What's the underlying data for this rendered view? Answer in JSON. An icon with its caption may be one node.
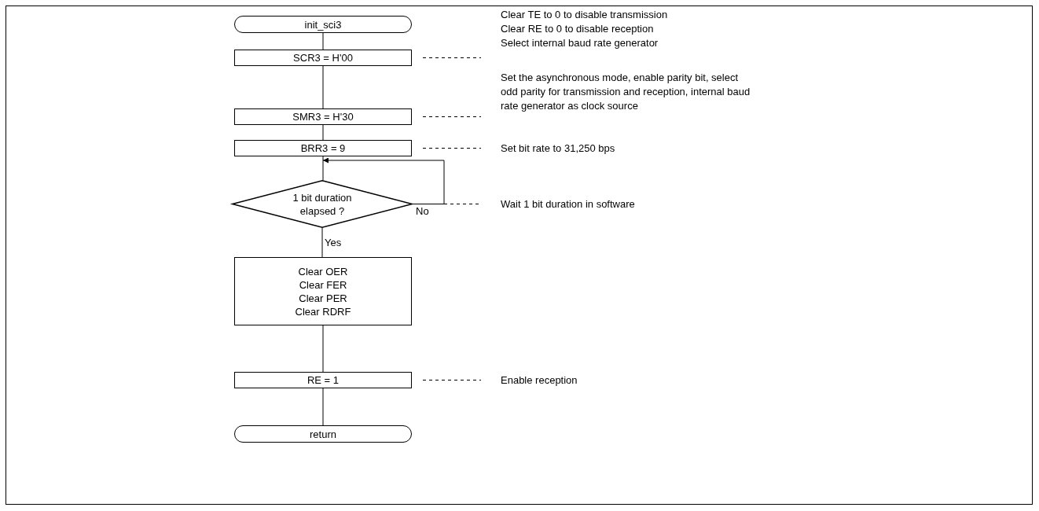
{
  "diagram": {
    "nodes": [
      {
        "text": [
          "init_sci3"
        ]
      },
      {
        "text": [
          "SCR3 = H'00"
        ]
      },
      {
        "text": [
          "Clear TE to 0 to disable transmission",
          "Clear RE to 0 to disable reception",
          "Select internal baud rate generator"
        ]
      },
      {
        "text": [
          "SMR3 = H'30"
        ]
      },
      {
        "text": [
          "Set the asynchronous mode, enable parity bit, select odd parity for transmission and reception, internal baud rate generator as clock source"
        ]
      },
      {
        "text": [
          "BRR3 = 9"
        ]
      },
      {
        "text": [
          "Set bit rate to 31,250 bps"
        ]
      },
      {
        "text": [
          "1 bit duration elapsed ?"
        ]
      },
      {
        "text": [
          "Wait 1 bit duration in software"
        ]
      },
      {
        "text": [
          "Clear OER",
          "Clear FER",
          "Clear PER",
          "Clear RDRF"
        ]
      },
      {
        "text": [
          "RE = 1"
        ]
      },
      {
        "text": [
          "Enable reception"
        ]
      },
      {
        "text": [
          "return"
        ]
      }
    ],
    "edges": [
      {
        "from": 0,
        "to": 1,
        "arrow": "none"
      },
      {
        "from": 1,
        "to": 3,
        "arrow": "none"
      },
      {
        "from": 3,
        "to": 5,
        "arrow": "none"
      },
      {
        "from": 5,
        "to": 7,
        "arrow": "none"
      },
      {
        "from": 7,
        "to": 7,
        "arrow": "to",
        "label": "No"
      },
      {
        "from": 7,
        "to": 9,
        "arrow": "none",
        "label": "Yes"
      },
      {
        "from": 9,
        "to": 10,
        "arrow": "none"
      },
      {
        "from": 10,
        "to": 12,
        "arrow": "none"
      },
      {
        "from": 1,
        "to": 2,
        "arrow": "none",
        "style": "dashed"
      },
      {
        "from": 3,
        "to": 4,
        "arrow": "none",
        "style": "dashed"
      },
      {
        "from": 5,
        "to": 6,
        "arrow": "none",
        "style": "dashed"
      },
      {
        "from": 7,
        "to": 8,
        "arrow": "none",
        "style": "dashed"
      },
      {
        "from": 10,
        "to": 11,
        "arrow": "none",
        "style": "dashed"
      }
    ]
  }
}
